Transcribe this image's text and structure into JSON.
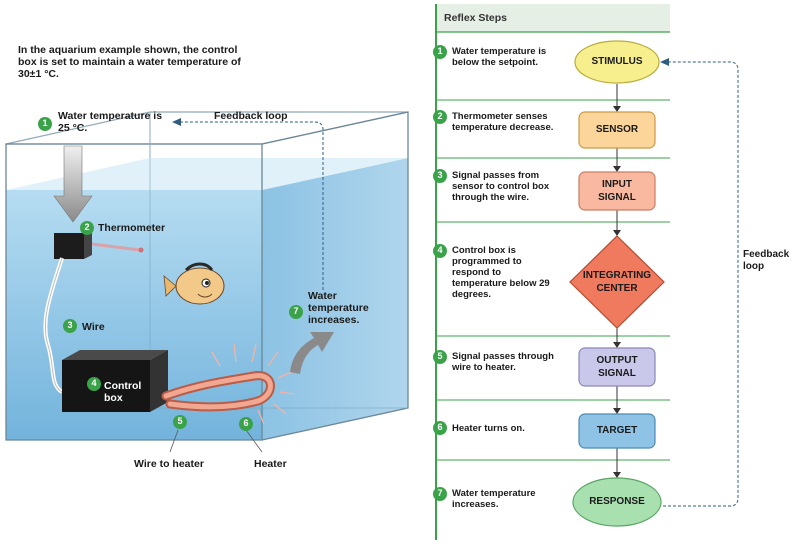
{
  "aquarium": {
    "intro": "In the aquarium example shown, the control box is set to maintain a water temperature of 30±1 °C.",
    "water_temp_label": "Water temperature is 25 °C.",
    "feedback_label": "Feedback loop",
    "thermometer_label": "Thermometer",
    "wire_label": "Wire",
    "control_box_label": "Control box",
    "water_increases_label": "Water temperature increases.",
    "wire_to_heater_label": "Wire to heater",
    "heater_label": "Heater",
    "badges": [
      "1",
      "2",
      "3",
      "4",
      "5",
      "6",
      "7"
    ]
  },
  "panel": {
    "title": "Reflex Steps",
    "feedback_label": "Feedback loop",
    "steps": [
      {
        "num": "1",
        "text": "Water temperature is below the setpoint.",
        "node": "STIMULUS"
      },
      {
        "num": "2",
        "text": "Thermometer senses temperature decrease.",
        "node": "SENSOR"
      },
      {
        "num": "3",
        "text": "Signal passes from sensor to control box through the wire.",
        "node": "INPUT SIGNAL"
      },
      {
        "num": "4",
        "text": "Control box is programmed to respond to temperature below 29 degrees.",
        "node": "INTEGRATING CENTER"
      },
      {
        "num": "5",
        "text": "Signal passes through wire to heater.",
        "node": "OUTPUT SIGNAL"
      },
      {
        "num": "6",
        "text": "Heater turns on.",
        "node": "TARGET"
      },
      {
        "num": "7",
        "text": "Water temperature increases.",
        "node": "RESPONSE"
      }
    ]
  },
  "colors": {
    "badge": "#3aa34a",
    "water": "#8ec8e8",
    "stimulus": "#f7ef8e",
    "sensor": "#fbd59a",
    "input": "#f9b9a0",
    "integrating": "#ef7a5e",
    "output": "#c9c7ea",
    "target": "#8fc3e6",
    "response": "#a8e0b0"
  }
}
